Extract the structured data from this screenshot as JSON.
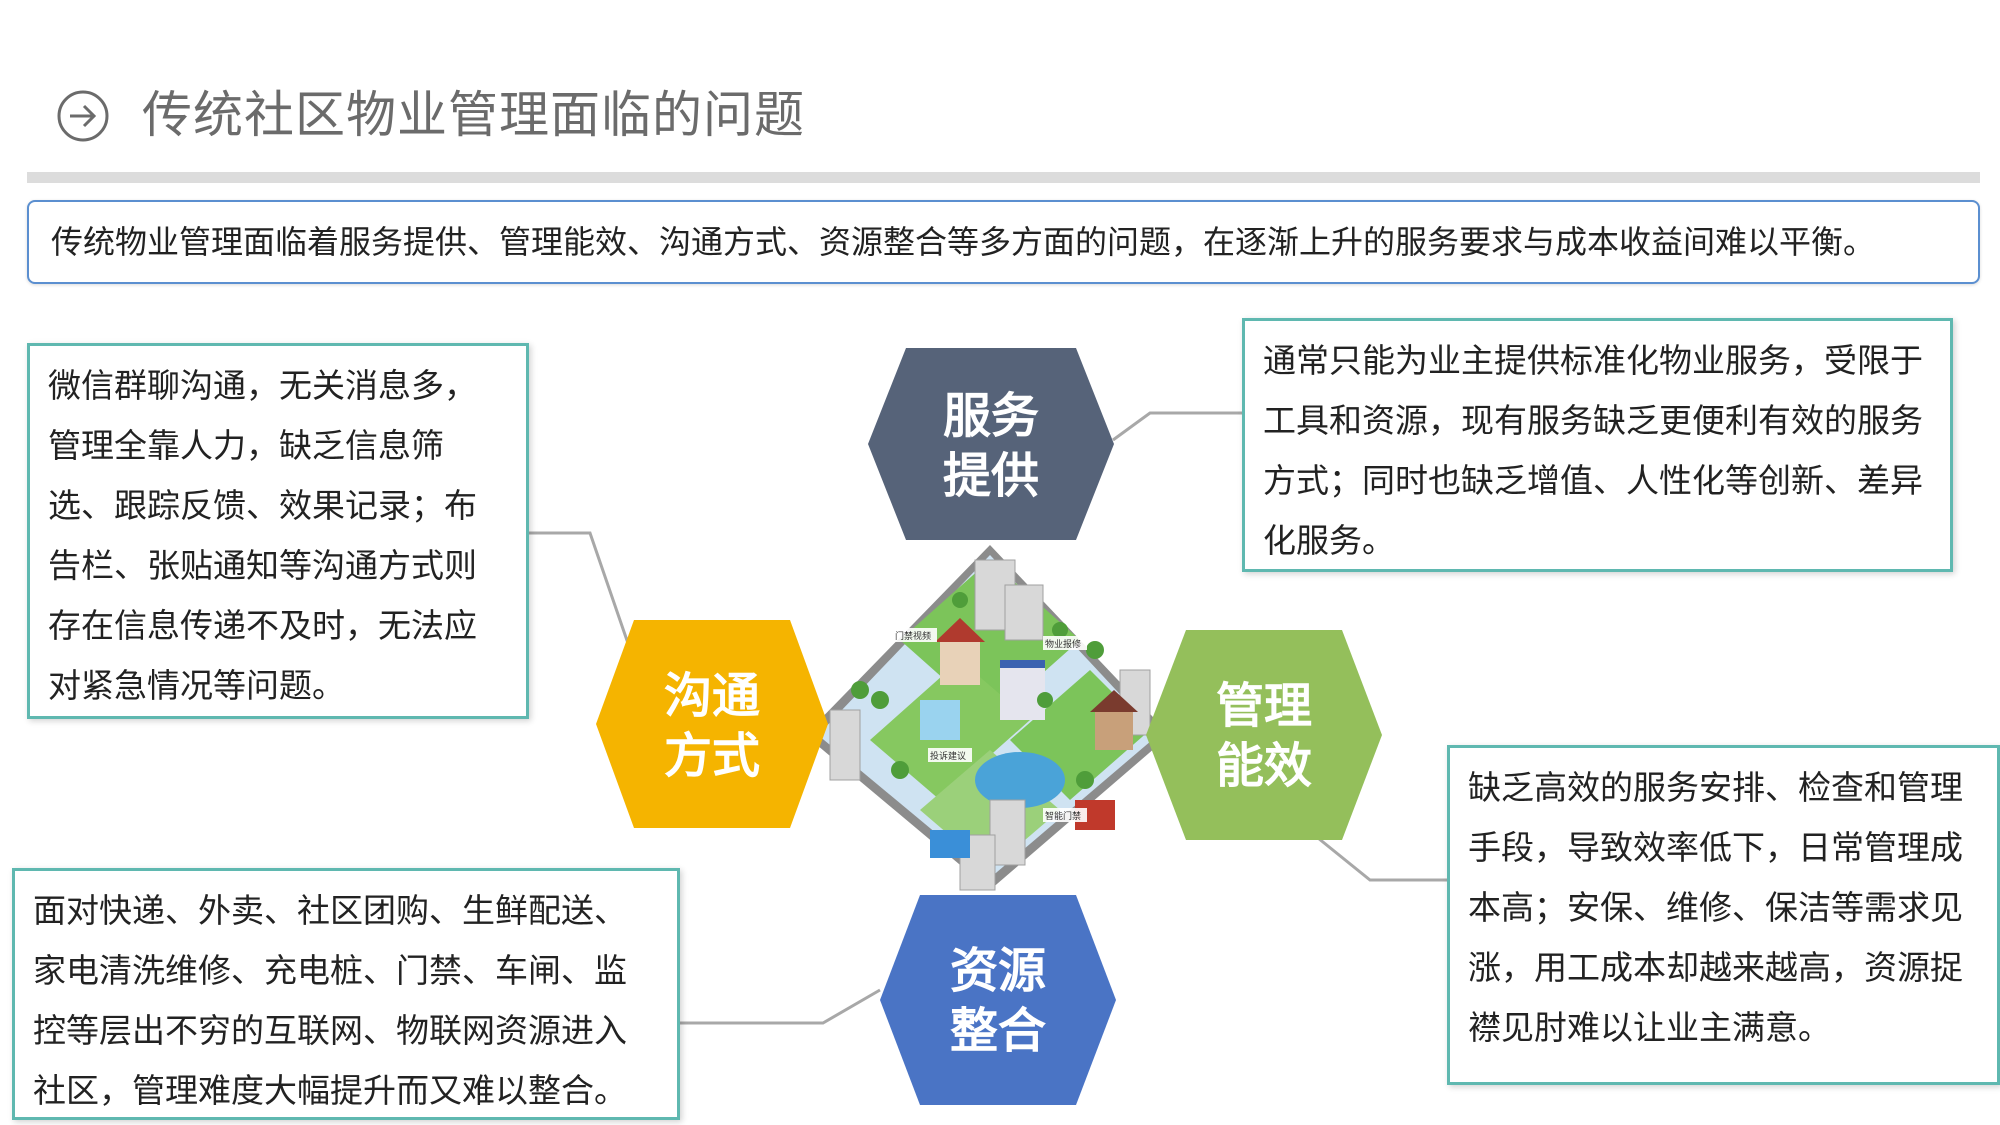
{
  "title": "传统社区物业管理面临的问题",
  "summary": "传统物业管理面临着服务提供、管理能效、沟通方式、资源整合等多方面的问题，在逐渐上升的服务要求与成本收益间难以平衡。",
  "colors": {
    "service": "#566379",
    "communication": "#f5b400",
    "management": "#94bf5b",
    "resource": "#4a74c5",
    "border": "#5fb8b0",
    "summary_border": "#5b8fd0"
  },
  "hexagons": {
    "service": {
      "line1": "服务",
      "line2": "提供"
    },
    "communication": {
      "line1": "沟通",
      "line2": "方式"
    },
    "management": {
      "line1": "管理",
      "line2": "能效"
    },
    "resource": {
      "line1": "资源",
      "line2": "整合"
    }
  },
  "boxes": {
    "communication": "微信群聊沟通，无关消息多，管理全靠人力，缺乏信息筛选、跟踪反馈、效果记录；布告栏、张贴通知等沟通方式则存在信息传递不及时，无法应对紧急情况等问题。",
    "service": "通常只能为业主提供标准化物业服务，受限于工具和资源，现有服务缺乏更便利有效的服务方式；同时也缺乏增值、人性化等创新、差异化服务。",
    "management": "缺乏高效的服务安排、检查和管理手段，导致效率低下，日常管理成本高；安保、维修、保洁等需求见涨，用工成本却越来越高，资源捉襟见肘难以让业主满意。",
    "resource": "面对快递、外卖、社区团购、生鲜配送、家电清洗维修、充电桩、门禁、车闸、监控等层出不穷的互联网、物联网资源进入社区，管理难度大幅提升而又难以整合。"
  },
  "map_labels": {
    "access": "门禁视频",
    "repair": "物业报修",
    "complaint": "投诉建议",
    "gate": "智能门禁"
  }
}
